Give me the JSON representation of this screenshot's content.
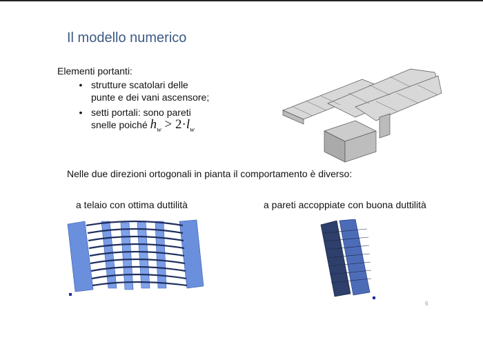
{
  "slide": {
    "title": "Il modello numerico",
    "intro": "Elementi portanti:",
    "bullets": [
      {
        "line1": "strutture scatolari delle",
        "line2": "punte e dei vani ascensore;"
      },
      {
        "line1": "setti portali: sono pareti",
        "line2": "snelle poiché"
      }
    ],
    "formula": {
      "lhs": "h",
      "lhs_sub": "w",
      "op": " > 2·",
      "rhs": "l",
      "rhs_sub": "w"
    },
    "statement": "Nelle due direzioni ortogonali in pianta il comportamento è diverso:",
    "captions": {
      "left": "a telaio con ottima duttilità",
      "right": "a pareti accoppiate con buona duttilità"
    },
    "page_number": "6"
  }
}
